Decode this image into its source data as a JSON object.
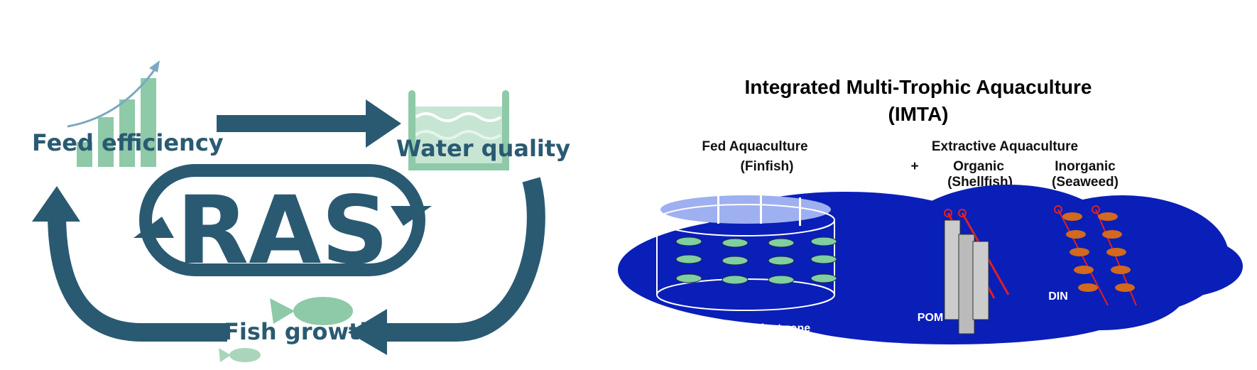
{
  "ras": {
    "center_label": "RAS",
    "feed_efficiency": "Feed efficiency",
    "water_quality": "Water quality",
    "fish_growth": "Fish growth",
    "colors": {
      "dark": "#2a5a72",
      "green": "#8ec9a8",
      "light_green": "#c7e5d3"
    }
  },
  "imta": {
    "title_line1": "Integrated Multi-Trophic Aquaculture",
    "title_line2": "(IMTA)",
    "fed_heading": "Fed  Aquaculture",
    "fed_sub": "(Finfish)",
    "plus": "+",
    "extractive_heading": "Extractive  Aquaculture",
    "organic": "Organic",
    "organic_sub": "(Shellfish)",
    "inorganic": "Inorganic",
    "inorganic_sub": "(Seaweed)",
    "nutrient_zone": "Nutrient zone",
    "pom": "POM",
    "din": "DIN",
    "colors": {
      "water": "#0a1fb8",
      "cage_top": "#9fb0f0",
      "rope": "#e02020",
      "seaweed": "#d2691e"
    }
  }
}
